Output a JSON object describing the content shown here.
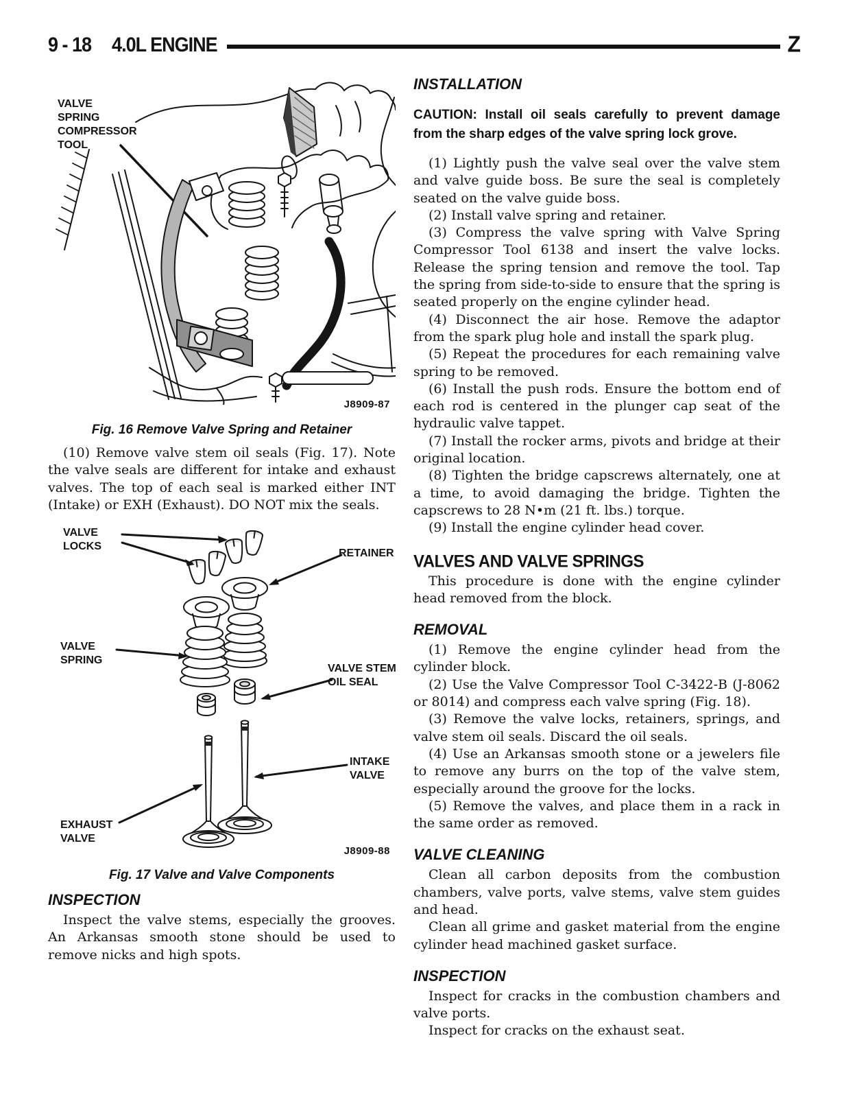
{
  "header": {
    "page_number": "9 - 18",
    "section_title": "4.0L ENGINE",
    "corner_letter": "Z"
  },
  "left_column": {
    "fig16": {
      "tool_label": "VALVE SPRING COMPRESSOR TOOL",
      "code": "J8909-87",
      "caption": "Fig. 16 Remove Valve Spring and Retainer"
    },
    "para_10": "(10) Remove valve stem oil seals (Fig. 17). Note the valve seals are different for intake and exhaust valves. The top of each seal is marked either INT (Intake) or EXH (Exhaust). DO NOT mix the seals.",
    "fig17": {
      "labels": {
        "valve_locks": "VALVE LOCKS",
        "retainer": "RETAINER",
        "valve_spring": "VALVE SPRING",
        "valve_stem_oil_seal": "VALVE STEM OIL SEAL",
        "intake_valve": "INTAKE VALVE",
        "exhaust_valve": "EXHAUST VALVE"
      },
      "code": "J8909-88",
      "caption": "Fig. 17 Valve and Valve Components"
    },
    "inspection": {
      "heading": "INSPECTION",
      "body": "Inspect the valve stems, especially the grooves. An Arkansas smooth stone should be used to remove nicks and high spots."
    }
  },
  "right_column": {
    "installation": {
      "heading": "INSTALLATION",
      "caution": "CAUTION: Install oil seals carefully to prevent damage from the sharp edges of the valve spring lock grove.",
      "steps": [
        "(1) Lightly push the valve seal over the valve stem and valve guide boss. Be sure the seal is completely seated on the valve guide boss.",
        "(2) Install valve spring and retainer.",
        "(3) Compress the valve spring with Valve Spring Compressor Tool 6138 and insert the valve locks. Release the spring tension and remove the tool. Tap the spring from side-to-side to ensure that the spring is seated properly on the engine cylinder head.",
        "(4) Disconnect the air hose. Remove the adaptor from the spark plug hole and install the spark plug.",
        "(5) Repeat the procedures for each remaining valve spring to be removed.",
        "(6) Install the push rods. Ensure the bottom end of each rod is centered in the plunger cap seat of the hydraulic valve tappet.",
        "(7) Install the rocker arms, pivots and bridge at their original location.",
        "(8) Tighten the bridge capscrews alternately, one at a time, to avoid damaging the bridge. Tighten the capscrews to 28 N•m (21 ft. lbs.) torque.",
        "(9) Install the engine cylinder head cover."
      ]
    },
    "valves_and_valve_springs": {
      "heading": "VALVES AND VALVE SPRINGS",
      "intro": "This procedure is done with the engine cylinder head removed from the block."
    },
    "removal": {
      "heading": "REMOVAL",
      "steps": [
        "(1) Remove the engine cylinder head from the cylinder block.",
        "(2) Use the Valve Compressor Tool C-3422-B (J-8062 or 8014) and compress each valve spring (Fig. 18).",
        "(3) Remove the valve locks, retainers, springs, and valve stem oil seals. Discard the oil seals.",
        "(4) Use an Arkansas smooth stone or a jewelers file to remove any burrs on the top of the valve stem, especially around the groove for the locks.",
        "(5) Remove the valves, and place them in a rack in the same order as removed."
      ]
    },
    "valve_cleaning": {
      "heading": "VALVE CLEANING",
      "paragraphs": [
        "Clean all carbon deposits from the combustion chambers, valve ports, valve stems, valve stem guides and head.",
        "Clean all grime and gasket material from the engine cylinder head machined gasket surface."
      ]
    },
    "inspection": {
      "heading": "INSPECTION",
      "paragraphs": [
        "Inspect for cracks in the combustion chambers and valve ports.",
        "Inspect for cracks on the exhaust seat."
      ]
    }
  }
}
